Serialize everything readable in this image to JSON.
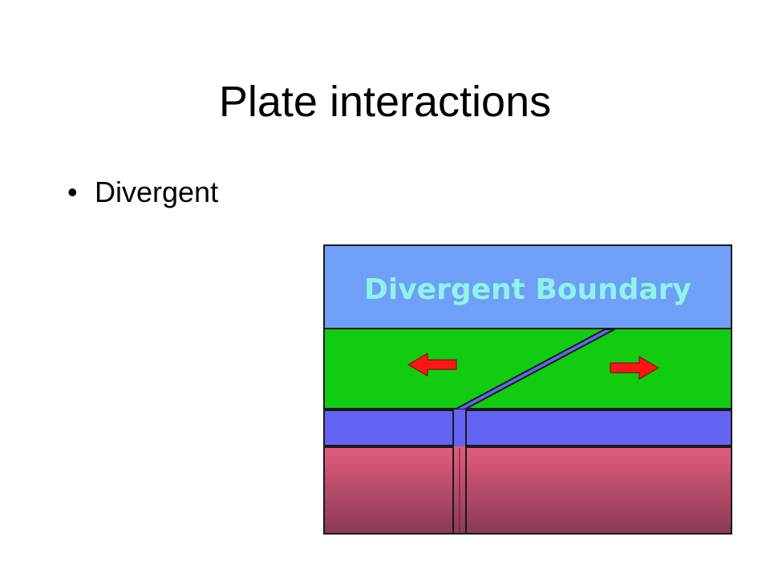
{
  "slide": {
    "title": "Plate interactions",
    "bullets": [
      {
        "text": "Divergent"
      }
    ]
  },
  "diagram": {
    "label": "Divergent Boundary",
    "colors": {
      "sky": "#6f9ff7",
      "label": "#8ff4e8",
      "crust": "#11cc11",
      "lithosphere": "#6464f4",
      "mantle_top": "#e15c7e",
      "mantle_bottom": "#8a3a55",
      "arrow": "#ff1515",
      "outline": "#1a1a1a"
    },
    "icons": {
      "left": "arrow-left-icon",
      "right": "arrow-right-icon"
    }
  }
}
